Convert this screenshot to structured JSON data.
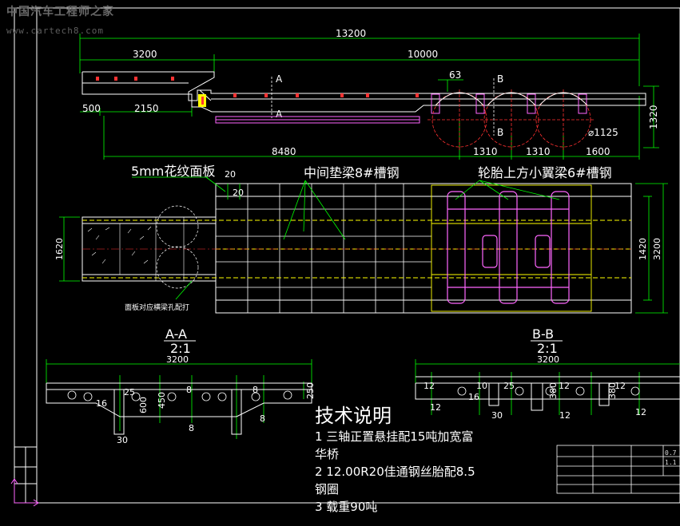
{
  "watermark": {
    "site_name": "中国汽车工程师之家",
    "site_url": "www.cartech8.com"
  },
  "side_view": {
    "overall_length": "13200",
    "front_section": "3200",
    "rear_section": "10000",
    "gooseneck_offset": "500",
    "king_pin_offset": "2150",
    "wheelbase_to_axle": "8480",
    "axle_spacing_1": "1310",
    "axle_spacing_2": "1310",
    "rear_overhang": "1600",
    "height": "1320",
    "tire_diameter": "⌀1125",
    "section_dim": "63",
    "section_a": "A",
    "section_b": "B"
  },
  "plan_view": {
    "label_deck_plate": "5mm花纹面板",
    "label_middle_beam": "中间垫梁8#槽钢",
    "label_wing_beam": "轮胎上方小翼梁6#槽钢",
    "dim_20a": "20",
    "dim_20b": "20",
    "width_front": "1620",
    "width_inner": "1420",
    "width_outer": "3200",
    "note_crossbeam": "面板对应横梁孔配打"
  },
  "section_aa": {
    "title": "A-A",
    "scale": "2:1",
    "width": "3200",
    "dims": [
      "25",
      "16",
      "600",
      "450",
      "8",
      "8",
      "8",
      "250",
      "30",
      "8"
    ]
  },
  "section_bb": {
    "title": "B-B",
    "scale": "2:1",
    "width": "3200",
    "dims": [
      "12",
      "12",
      "16",
      "10",
      "25",
      "380",
      "12",
      "380",
      "12",
      "12",
      "12",
      "30"
    ]
  },
  "tech_notes": {
    "title": "技术说明",
    "line1a": "1 三轴正置悬挂配15吨加宽富",
    "line1b": "华桥",
    "line2a": "2 12.00R20佳通钢丝胎配8.5",
    "line2b": "钢圈",
    "line3": "3 载重90吨"
  },
  "title_block": {
    "cell_1": "0.7",
    "cell_2": "1.1"
  },
  "colors": {
    "background": "#000000",
    "outline": "#ffffff",
    "dimension": "#00ff00",
    "frame_yellow": "#ffff00",
    "axle_magenta": "#ff66ff",
    "centerline_red": "#ff3030",
    "marker_red": "#ff3333"
  }
}
